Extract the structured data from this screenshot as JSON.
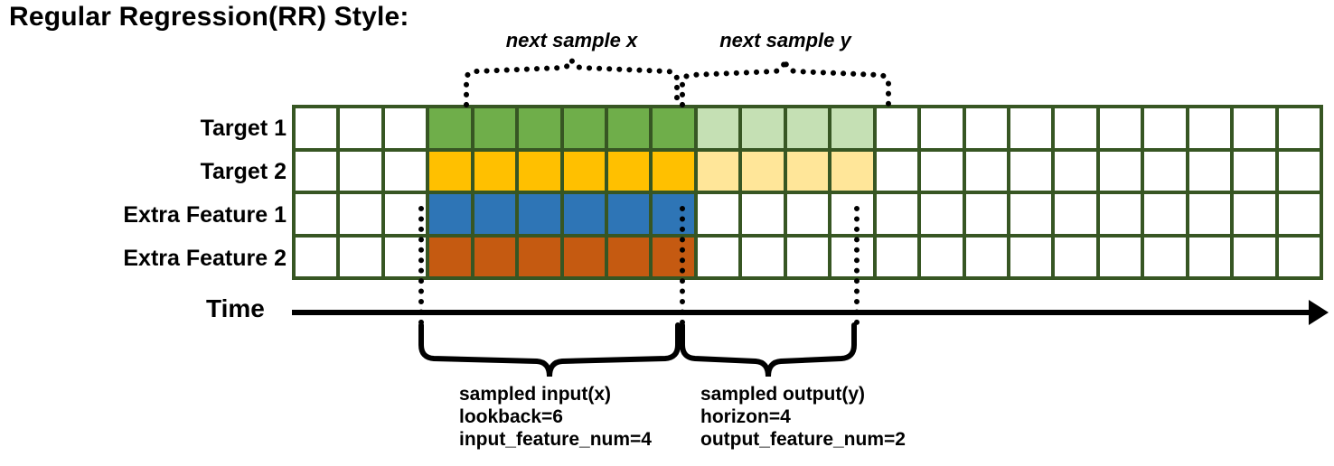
{
  "title": "Regular Regression(RR) Style:",
  "rows": [
    {
      "label": "Target 1",
      "color_key": "green"
    },
    {
      "label": "Target 2",
      "color_key": "yellow"
    },
    {
      "label": "Extra Feature 1",
      "color_key": "blue"
    },
    {
      "label": "Extra Feature 2",
      "color_key": "orange"
    }
  ],
  "colors": {
    "grid_border": "#375623",
    "green": "#6FAE4A",
    "green_light": "#C5E0B4",
    "yellow": "#FFC000",
    "yellow_light": "#FFE699",
    "blue": "#2E75B6",
    "orange": "#C55A11",
    "empty": "#FFFFFF",
    "axis": "#000000"
  },
  "grid": {
    "columns": 23,
    "rows": 4,
    "input_start_col": 3,
    "input_span": 6,
    "output_start_col": 9,
    "output_span": 4,
    "fill_map": [
      [
        "empty",
        "empty",
        "empty",
        "green",
        "green",
        "green",
        "green",
        "green",
        "green",
        "green_light",
        "green_light",
        "green_light",
        "green_light",
        "empty",
        "empty",
        "empty",
        "empty",
        "empty",
        "empty",
        "empty",
        "empty",
        "empty",
        "empty"
      ],
      [
        "empty",
        "empty",
        "empty",
        "yellow",
        "yellow",
        "yellow",
        "yellow",
        "yellow",
        "yellow",
        "yellow_light",
        "yellow_light",
        "yellow_light",
        "yellow_light",
        "empty",
        "empty",
        "empty",
        "empty",
        "empty",
        "empty",
        "empty",
        "empty",
        "empty",
        "empty"
      ],
      [
        "empty",
        "empty",
        "empty",
        "blue",
        "blue",
        "blue",
        "blue",
        "blue",
        "blue",
        "empty",
        "empty",
        "empty",
        "empty",
        "empty",
        "empty",
        "empty",
        "empty",
        "empty",
        "empty",
        "empty",
        "empty",
        "empty",
        "empty"
      ],
      [
        "empty",
        "empty",
        "empty",
        "orange",
        "orange",
        "orange",
        "orange",
        "orange",
        "orange",
        "empty",
        "empty",
        "empty",
        "empty",
        "empty",
        "empty",
        "empty",
        "empty",
        "empty",
        "empty",
        "empty",
        "empty",
        "empty",
        "empty"
      ]
    ]
  },
  "time_axis": {
    "label": "Time"
  },
  "top_braces": [
    {
      "label": "next sample x"
    },
    {
      "label": "next sample y"
    }
  ],
  "bottom_braces": [
    {
      "line1": "sampled input(x)",
      "line2": "lookback=6",
      "line3": "input_feature_num=4"
    },
    {
      "line1": "sampled output(y)",
      "line2": "horizon=4",
      "line3": "output_feature_num=2"
    }
  ]
}
